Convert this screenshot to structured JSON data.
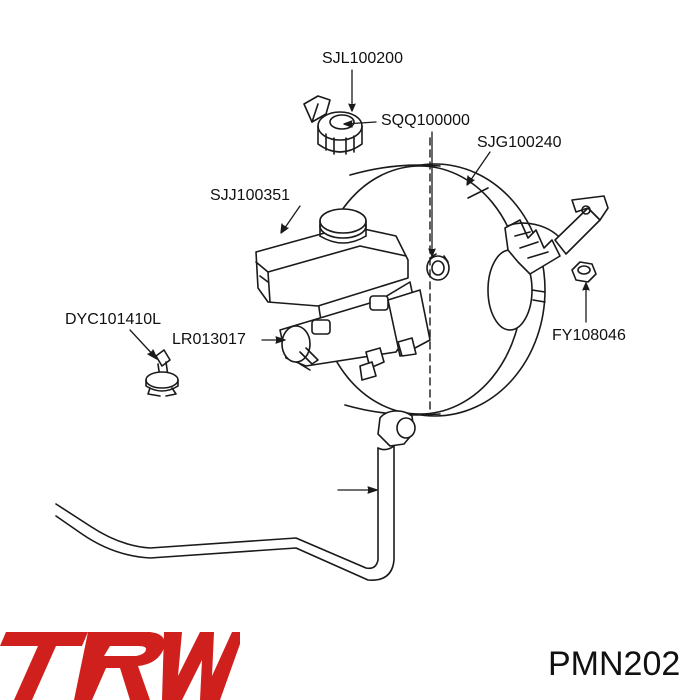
{
  "callouts": {
    "sjl100200": "SJL100200",
    "sqq100000": "SQQ100000",
    "sjg100240": "SJG100240",
    "sjj100351": "SJJ100351",
    "dyc101410l": "DYC101410L",
    "lr013017": "LR013017",
    "fy108046": "FY108046"
  },
  "footer": {
    "brand": "TRW",
    "part_number": "PMN202"
  },
  "colors": {
    "brand_red": "#d0201e",
    "line": "#1a1a1a"
  }
}
